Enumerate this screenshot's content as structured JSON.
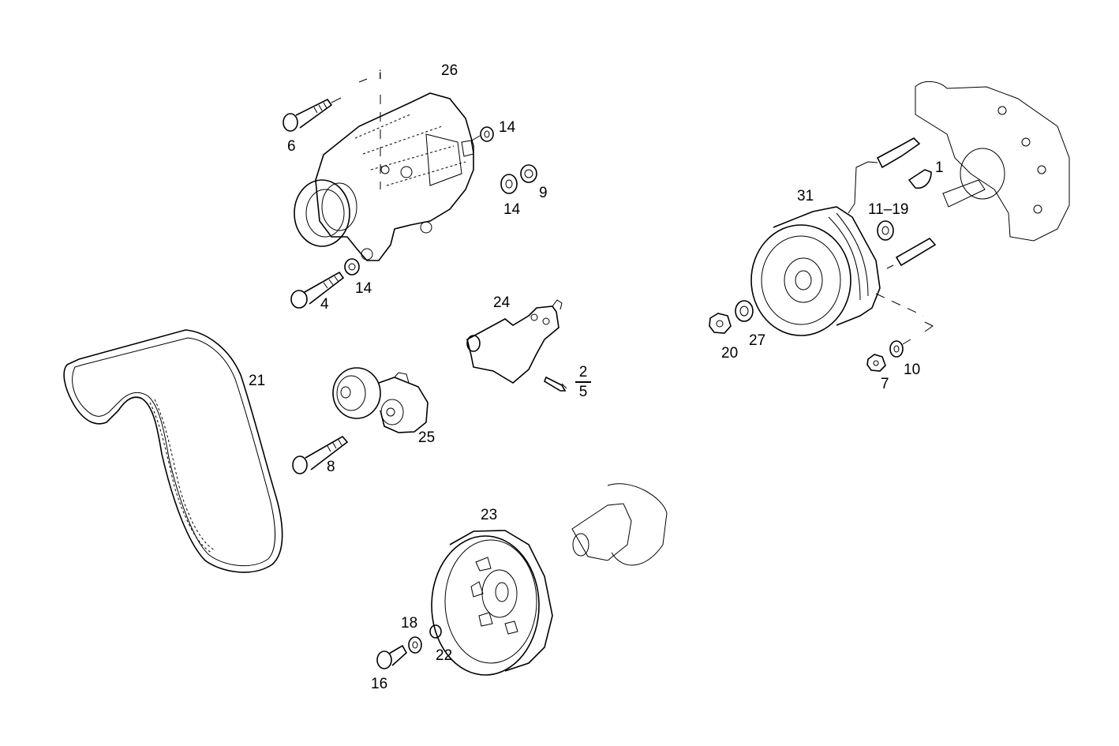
{
  "diagram": {
    "type": "exploded-parts-diagram",
    "subject": "front engine accessory drive (alternator, belt tensioner, crankshaft pulley, A/C compressor)",
    "parts": [
      {
        "ref": "26",
        "component": "alternator"
      },
      {
        "ref": "6",
        "component": "bolt (upper alternator)"
      },
      {
        "ref": "14a",
        "label": "14",
        "component": "washer (upper right)"
      },
      {
        "ref": "14b",
        "label": "14",
        "component": "washer (with nut 9)"
      },
      {
        "ref": "9",
        "component": "nut"
      },
      {
        "ref": "4",
        "component": "bolt (lower alternator)"
      },
      {
        "ref": "14c",
        "label": "14",
        "component": "washer (lower)"
      },
      {
        "ref": "24",
        "component": "bracket"
      },
      {
        "ref": "2/5",
        "component": "screw"
      },
      {
        "ref": "25",
        "component": "belt tensioner with idler pulley"
      },
      {
        "ref": "8",
        "component": "tensioner bolt"
      },
      {
        "ref": "21",
        "component": "poly-V drive belt"
      },
      {
        "ref": "23",
        "component": "crankshaft pulley / damper"
      },
      {
        "ref": "18",
        "component": "washer"
      },
      {
        "ref": "22",
        "component": "spacer ring"
      },
      {
        "ref": "16",
        "component": "pulley bolt"
      },
      {
        "ref": "31",
        "component": "A/C compressor clutch pulley"
      },
      {
        "ref": "1",
        "component": "woodruff key"
      },
      {
        "ref": "11-19",
        "label": "11–19",
        "component": "shim"
      },
      {
        "ref": "20",
        "component": "nut"
      },
      {
        "ref": "27",
        "component": "washer"
      },
      {
        "ref": "7",
        "component": "nut"
      },
      {
        "ref": "10",
        "component": "washer"
      }
    ]
  },
  "labels": {
    "l26": "26",
    "l6": "6",
    "l14a": "14",
    "l14b": "14",
    "l9": "9",
    "l4": "4",
    "l14c": "14",
    "l24": "24",
    "l2": "2",
    "l5": "5",
    "l25": "25",
    "l8": "8",
    "l21": "21",
    "l23": "23",
    "l18": "18",
    "l22": "22",
    "l16": "16",
    "l31": "31",
    "l1": "1",
    "l11_19": "11–19",
    "l20": "20",
    "l27": "27",
    "l7": "7",
    "l10": "10",
    "marker_i": "i"
  }
}
